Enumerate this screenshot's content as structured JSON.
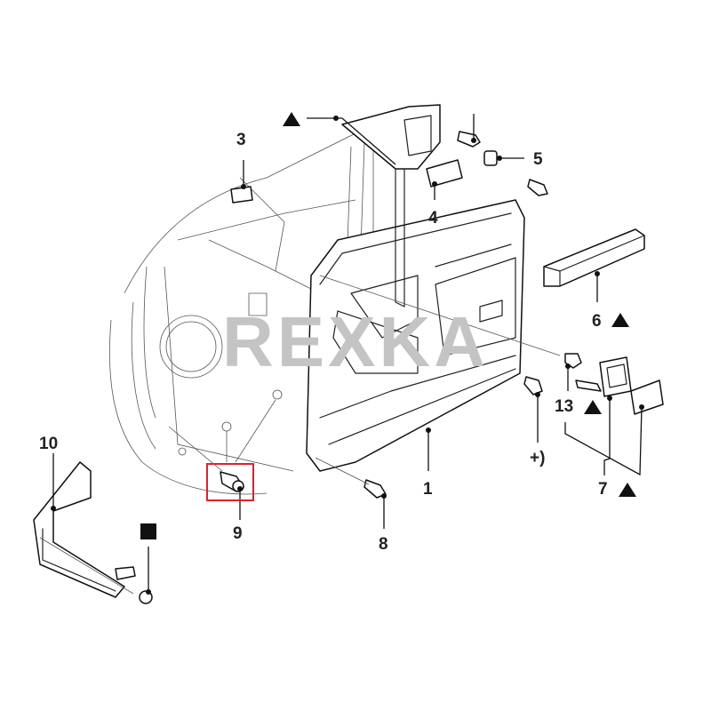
{
  "watermark": "REXKA",
  "callouts": {
    "c1": "1",
    "c3": "3",
    "c4": "4",
    "c5": "5",
    "c6": "6",
    "c7": "7",
    "c8": "8",
    "c9": "9",
    "c10": "10",
    "c13": "13",
    "plus": "+)"
  },
  "markers": {
    "triangle": "triangle-marker",
    "square": "square-marker"
  },
  "highlight_color": "#e0202a",
  "highlighted_part": "9"
}
